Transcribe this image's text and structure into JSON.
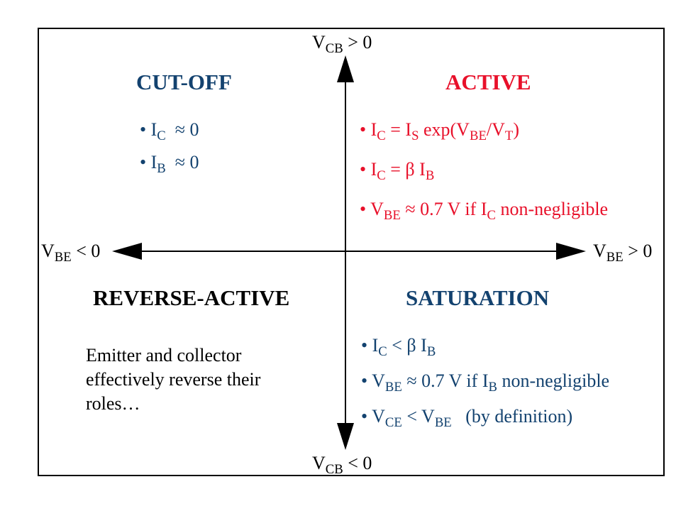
{
  "axes": {
    "vcb_pos": {
      "main": "V",
      "sub": "CB",
      "rest": " > 0"
    },
    "vcb_neg": {
      "main": "V",
      "sub": "CB",
      "rest": " < 0"
    },
    "vbe_neg": {
      "main": "V",
      "sub": "BE",
      "rest": " < 0"
    },
    "vbe_pos": {
      "main": "V",
      "sub": "BE",
      "rest": " > 0"
    }
  },
  "regions": {
    "cutoff": {
      "title": "CUT-OFF",
      "color": "#13426f",
      "items": [
        [
          {
            "t": "• I"
          },
          {
            "s": "C"
          },
          {
            "t": "  ≈ 0"
          }
        ],
        [
          {
            "t": "• I"
          },
          {
            "s": "B"
          },
          {
            "t": "  ≈ 0"
          }
        ]
      ]
    },
    "active": {
      "title": "ACTIVE",
      "color": "#e8102a",
      "items": [
        [
          {
            "t": "• I"
          },
          {
            "s": "C"
          },
          {
            "t": " = I"
          },
          {
            "s": "S"
          },
          {
            "t": " exp(V"
          },
          {
            "s": "BE"
          },
          {
            "t": "/V"
          },
          {
            "s": "T"
          },
          {
            "t": ")"
          }
        ],
        [
          {
            "t": "• I"
          },
          {
            "s": "C"
          },
          {
            "t": " = β I"
          },
          {
            "s": "B"
          }
        ],
        [
          {
            "t": "• V"
          },
          {
            "s": "BE"
          },
          {
            "t": " ≈ 0.7 V if I"
          },
          {
            "s": "C"
          },
          {
            "t": " non-negligible"
          }
        ]
      ]
    },
    "reverse_active": {
      "title": "REVERSE-ACTIVE",
      "color": "#000000",
      "note": "Emitter and collector effectively reverse their roles…"
    },
    "saturation": {
      "title": "SATURATION",
      "color": "#13426f",
      "items": [
        [
          {
            "t": "• I"
          },
          {
            "s": "C"
          },
          {
            "t": " < β I"
          },
          {
            "s": "B"
          }
        ],
        [
          {
            "t": "• V"
          },
          {
            "s": "BE"
          },
          {
            "t": " ≈ 0.7 V if I"
          },
          {
            "s": "B"
          },
          {
            "t": " non-negligible"
          }
        ],
        [
          {
            "t": "• V"
          },
          {
            "s": "CE"
          },
          {
            "t": " < V"
          },
          {
            "s": "BE"
          },
          {
            "t": "   (by definition)"
          }
        ]
      ]
    }
  }
}
